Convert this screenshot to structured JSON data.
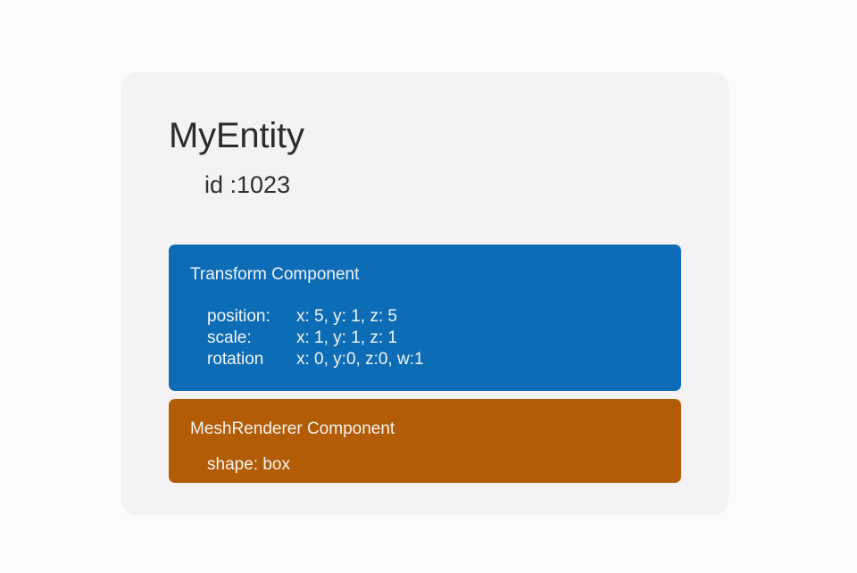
{
  "colors": {
    "page_background": "#fbfbfc",
    "card_background": "#f4f2f4",
    "transform_component": "#0c6db6",
    "meshrenderer_component": "#b35c06",
    "title_text": "#2c2c2c",
    "component_text": "#f4f4f4"
  },
  "entity": {
    "name": "MyEntity",
    "id_label": "id :1023"
  },
  "components": [
    {
      "title": "Transform Component",
      "properties": [
        {
          "key": "position:",
          "value": "x: 5, y: 1, z: 5"
        },
        {
          "key": "scale:",
          "value": "x: 1, y: 1, z: 1"
        },
        {
          "key": "rotation",
          "value": "x: 0, y:0, z:0, w:1"
        }
      ]
    },
    {
      "title": "MeshRenderer Component",
      "properties": [
        {
          "key": "shape: box",
          "value": ""
        }
      ]
    }
  ]
}
